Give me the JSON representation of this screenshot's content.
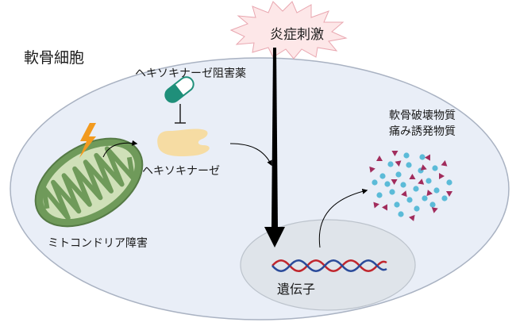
{
  "labels": {
    "cell": "軟骨細胞",
    "stimulus": "炎症刺激",
    "inhibitor": "ヘキソキナーゼ阻害薬",
    "enzyme": "ヘキソキナーゼ",
    "mitochondria": "ミトコンドリア障害",
    "gene": "遺伝子",
    "products_line1": "軟骨破壊物質",
    "products_line2": "痛み誘発物質"
  },
  "colors": {
    "cell_fill": "#e9eef7",
    "cell_stroke": "#a9b2c2",
    "nucleus_fill": "#dfe4ea",
    "mito_outer": "#6f9a5a",
    "mito_inner": "#cfe0b8",
    "lightning": "#f29a1f",
    "pill_green": "#1f8f7a",
    "enzyme": "#f6dca3",
    "dna_red": "#c0262d",
    "dna_blue": "#2a4a9a",
    "dot_blue": "#5bbbd8",
    "triangle_purple": "#a12c5c",
    "arrow": "#000000"
  },
  "icons": [
    "lightning-icon",
    "pill-icon",
    "enzyme-icon",
    "dna-icon",
    "mitochondria-icon",
    "burst-icon"
  ]
}
